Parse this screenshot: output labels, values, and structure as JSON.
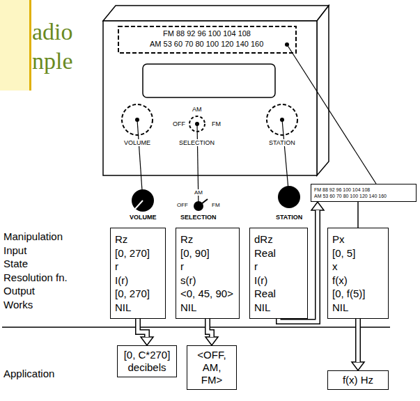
{
  "diagram": {
    "nodes": [
      {
        "text": [
          "FM 88 92 96 100 104 108",
          "AM 53 60 70 80 100 120 140 160"
        ]
      },
      {
        "text": [
          "Rz",
          "[0, 270]",
          "r",
          "I(r)",
          "[0, 270]",
          "NIL"
        ]
      },
      {
        "text": [
          "Rz",
          "[0, 90]",
          "r",
          "s(r)",
          "<0, 45, 90>",
          "NIL"
        ]
      },
      {
        "text": [
          "dRz",
          "Real",
          "r",
          "I(r)",
          "Real",
          "NIL"
        ]
      },
      {
        "text": [
          "Px",
          "[0, 5]",
          "x",
          "f(x)",
          "[0, f(5)]",
          "NIL"
        ]
      },
      {
        "text": [
          "[0, C*270] decibels"
        ]
      },
      {
        "text": [
          "<OFF, AM, FM>"
        ]
      },
      {
        "text": [
          "f(x) Hz"
        ]
      }
    ],
    "edges": [
      {
        "from": 1,
        "to": 5,
        "arrow": "to"
      },
      {
        "from": 2,
        "to": 6,
        "arrow": "to"
      },
      {
        "from": 3,
        "to": 0,
        "arrow": "to"
      },
      {
        "from": 0,
        "to": 4,
        "arrow": "none"
      },
      {
        "from": 4,
        "to": 7,
        "arrow": "to"
      }
    ],
    "labels": [
      "adio",
      "nple",
      "FM 88 92 96 100 104 108",
      "AM 53 60 70 80 100 120 140 160",
      "AM",
      "OFF",
      "FM",
      "VOLUME",
      "SELECTION",
      "STATION",
      "AM",
      "OFF",
      "FM",
      "VOLUME",
      "SELECTION",
      "STATION",
      "Manipulation",
      "Input",
      "State",
      "Resolution fn.",
      "Output",
      "Works",
      "Application"
    ]
  }
}
